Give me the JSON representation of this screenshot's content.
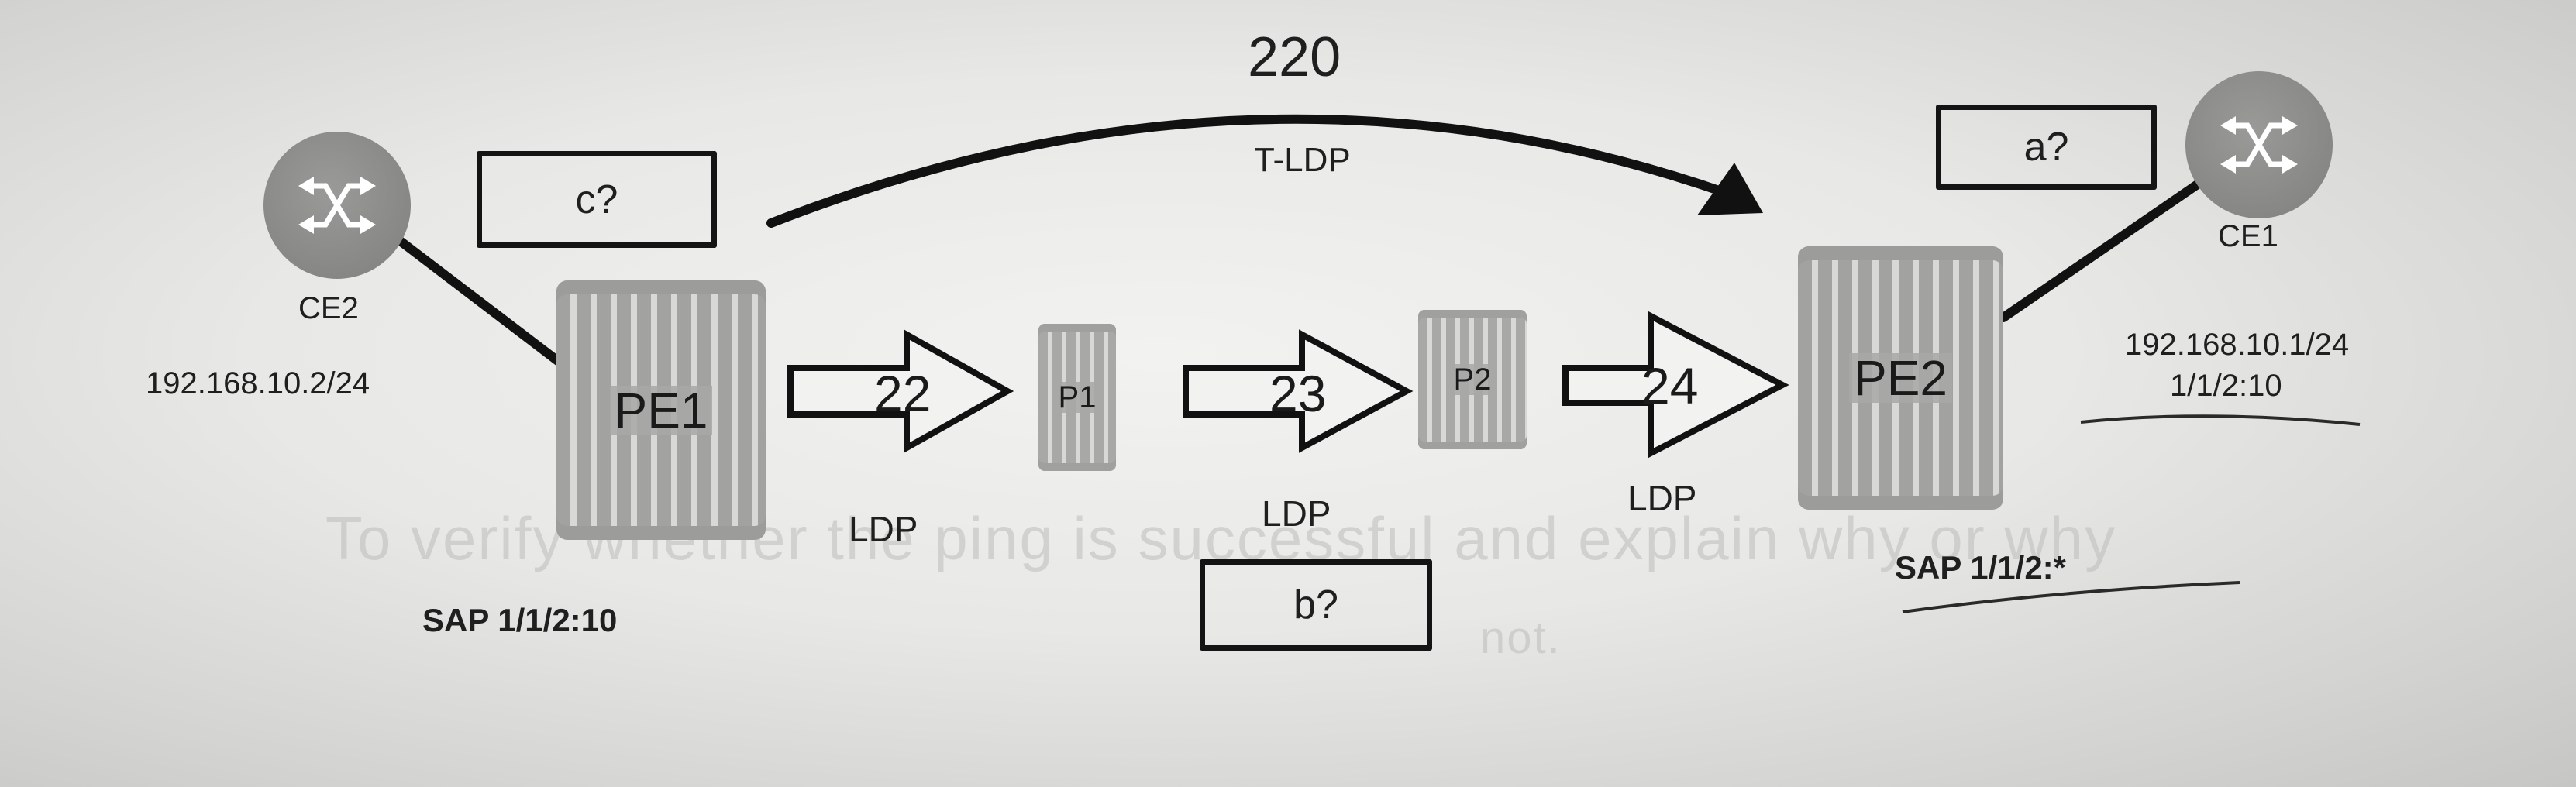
{
  "tunnel": {
    "label_top": "220",
    "label": "T-LDP"
  },
  "boxes": {
    "a": "a?",
    "b": "b?",
    "c": "c?"
  },
  "nodes": {
    "ce2": {
      "name": "CE2",
      "ip": "192.168.10.2/24"
    },
    "ce1": {
      "name": "CE1",
      "ip": "192.168.10.1/24",
      "sap": "1/1/2:10"
    },
    "pe1": {
      "name": "PE1",
      "sap": "SAP 1/1/2:10"
    },
    "p1": {
      "name": "P1"
    },
    "p2": {
      "name": "P2"
    },
    "pe2": {
      "name": "PE2",
      "sap": "SAP 1/1/2:*"
    }
  },
  "lsp_segments": [
    {
      "label": "22",
      "protocol": "LDP"
    },
    {
      "label": "23",
      "protocol": "LDP"
    },
    {
      "label": "24",
      "protocol": "LDP"
    }
  ],
  "background_text": {
    "line1": "To verify whether the ping is successful and explain why or why",
    "line2": "not."
  }
}
